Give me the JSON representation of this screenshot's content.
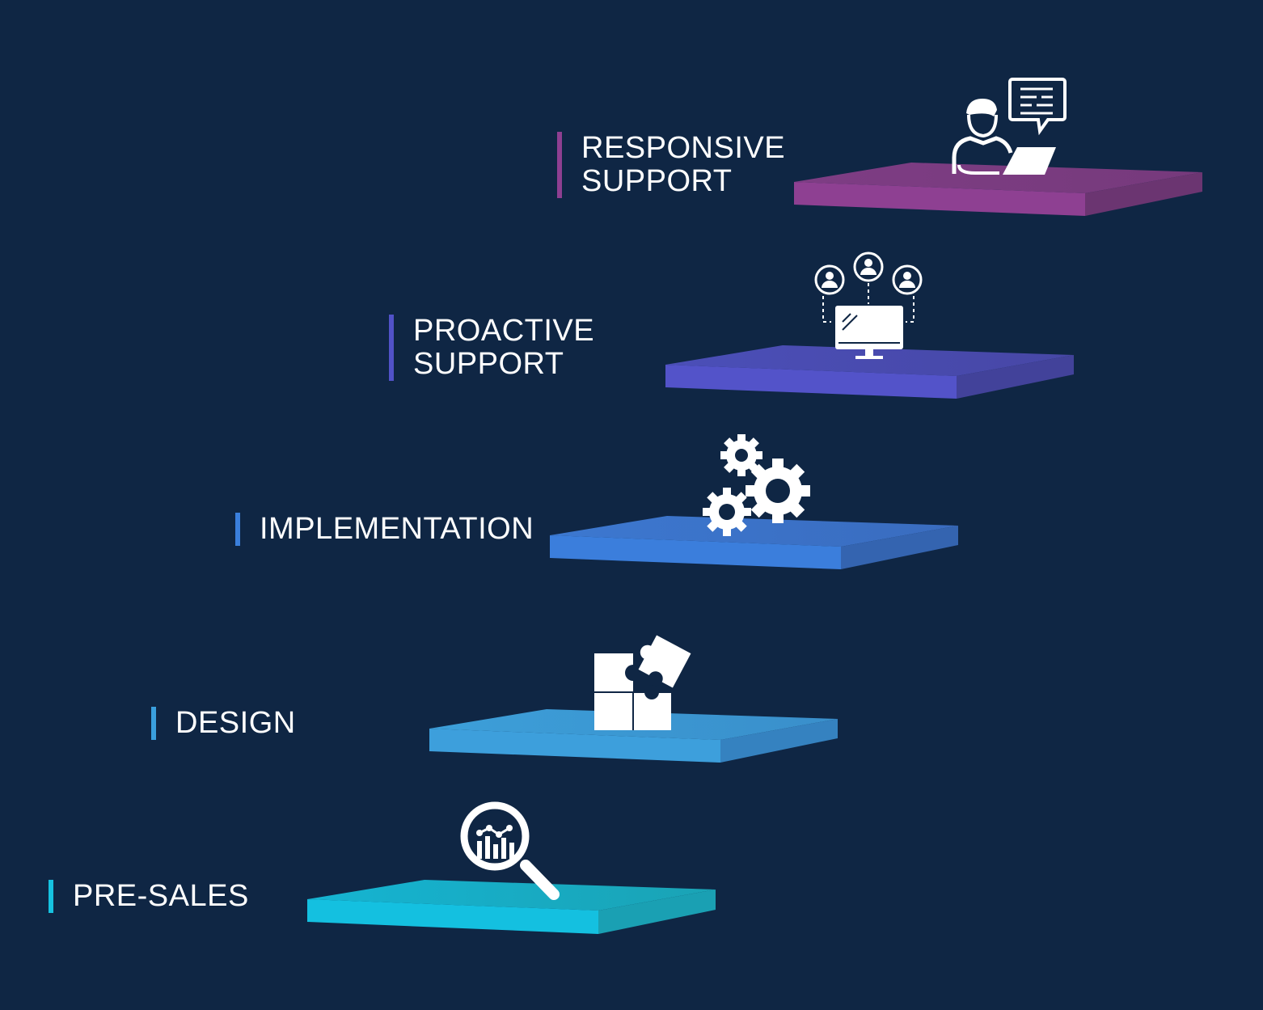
{
  "steps": [
    {
      "label": "PRE-SALES",
      "color": "#16c2e0",
      "icon": "magnifier-chart-icon"
    },
    {
      "label": "DESIGN",
      "color": "#3a9fdd",
      "icon": "puzzle-icon"
    },
    {
      "label": "IMPLEMENTATION",
      "color": "#3a7fdc",
      "icon": "gears-icon"
    },
    {
      "label": "PROACTIVE\nSUPPORT",
      "color": "#5152c8",
      "icon": "monitor-users-icon"
    },
    {
      "label": "RESPONSIVE\nSUPPORT",
      "color": "#8e3f91",
      "icon": "support-agent-icon"
    }
  ],
  "background": "#0f2644"
}
